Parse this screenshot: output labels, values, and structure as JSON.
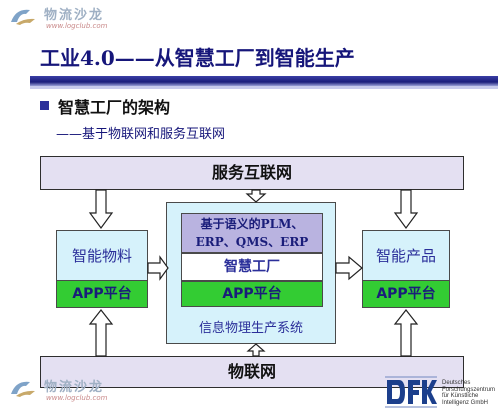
{
  "watermark": {
    "brand": "物流沙龙",
    "url": "www.logclub.com"
  },
  "title": "工业4.0——从智慧工厂到智能生产",
  "heading": "智慧工厂的架构",
  "subheading": "——基于物联网和服务互联网",
  "diagram": {
    "top_box": "服务互联网",
    "bottom_box": "物联网",
    "left": {
      "label": "智能物料",
      "app": "APP平台"
    },
    "right": {
      "label": "智能产品",
      "app": "APP平台"
    },
    "center": {
      "top_line1": "基于语义的PLM、",
      "top_line2": "ERP、QMS、ERP",
      "mid": "智慧工厂",
      "app": "APP平台",
      "caption": "信息物理生产系统"
    },
    "colors": {
      "box_fill": "#e4e0f2",
      "panel_fill": "#d6f2fb",
      "app_green": "#33cc33",
      "inner_purple": "#b9b3e0",
      "title_blue": "#16167a"
    }
  },
  "dfki": {
    "line1": "Deutsches",
    "line2": "Forschungszentrum",
    "line3": "für Künstliche",
    "line4": "Intelligenz GmbH"
  }
}
